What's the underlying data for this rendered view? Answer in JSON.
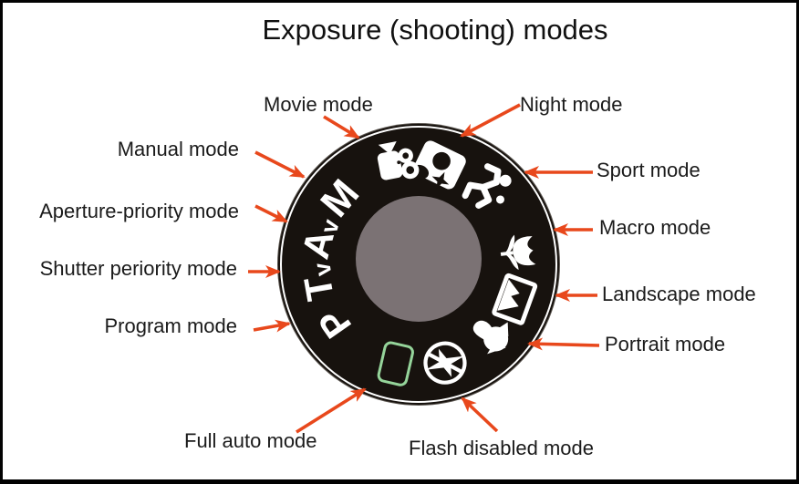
{
  "title": "Exposure (shooting) modes",
  "labels": {
    "movie": "Movie mode",
    "night": "Night mode",
    "manual": "Manual mode",
    "sport": "Sport mode",
    "aperture": "Aperture-priority mode",
    "macro": "Macro mode",
    "shutter": "Shutter periority mode",
    "landscape": "Landscape mode",
    "program": "Program mode",
    "portrait": "Portrait mode",
    "full_auto": "Full auto mode",
    "flash_disabled": "Flash disabled mode"
  },
  "dial": {
    "letters": {
      "manual": "M",
      "aperture": "A",
      "aperture_sub": "v",
      "shutter": "T",
      "shutter_sub": "v",
      "program": "P"
    },
    "icons": [
      "movie-camera-icon",
      "night-portrait-icon",
      "sport-runner-icon",
      "macro-flower-icon",
      "landscape-icon",
      "portrait-head-icon",
      "flash-disabled-icon",
      "auto-rectangle-icon"
    ]
  },
  "colors": {
    "arrow": "#e8481c",
    "dial_body": "#17120e",
    "dial_center": "#7b7274",
    "auto_green": "#95d49a",
    "marking": "#ffffff",
    "label_text": "#1b1b1b"
  }
}
